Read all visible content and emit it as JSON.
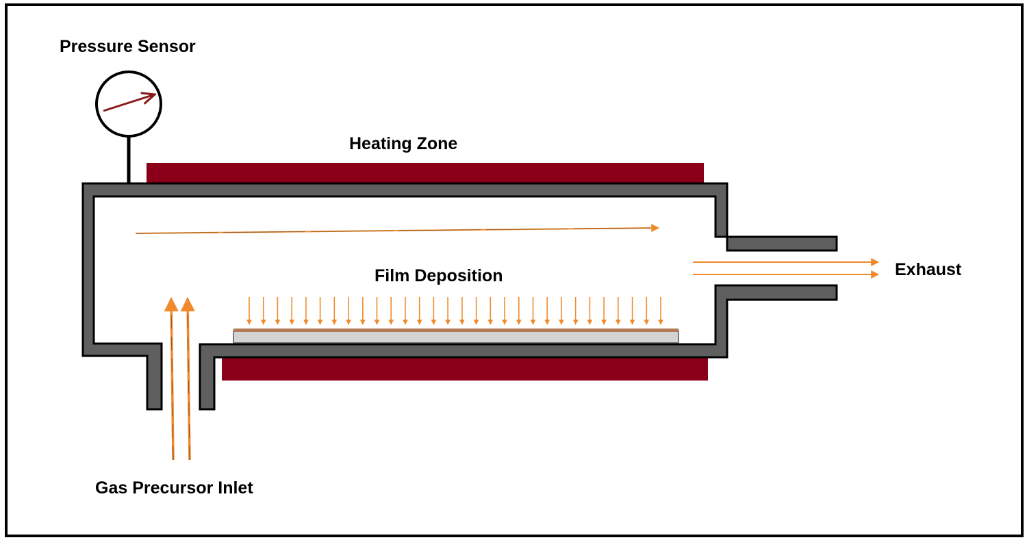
{
  "labels": {
    "pressure_sensor": "Pressure Sensor",
    "heating_zone": "Heating Zone",
    "film_deposition": "Film Deposition",
    "exhaust": "Exhaust",
    "gas_inlet": "Gas Precursor Inlet"
  },
  "colors": {
    "wall_fill": "#5f5f5f",
    "wall_stroke": "#000000",
    "heater": "#8b0018",
    "flow_arrow": "#f08a2c",
    "gauge_needle": "#8b1a1a",
    "substrate": "#d3d3d3",
    "film_layer": "#b07a55"
  },
  "deposition_arrow_count": 30
}
